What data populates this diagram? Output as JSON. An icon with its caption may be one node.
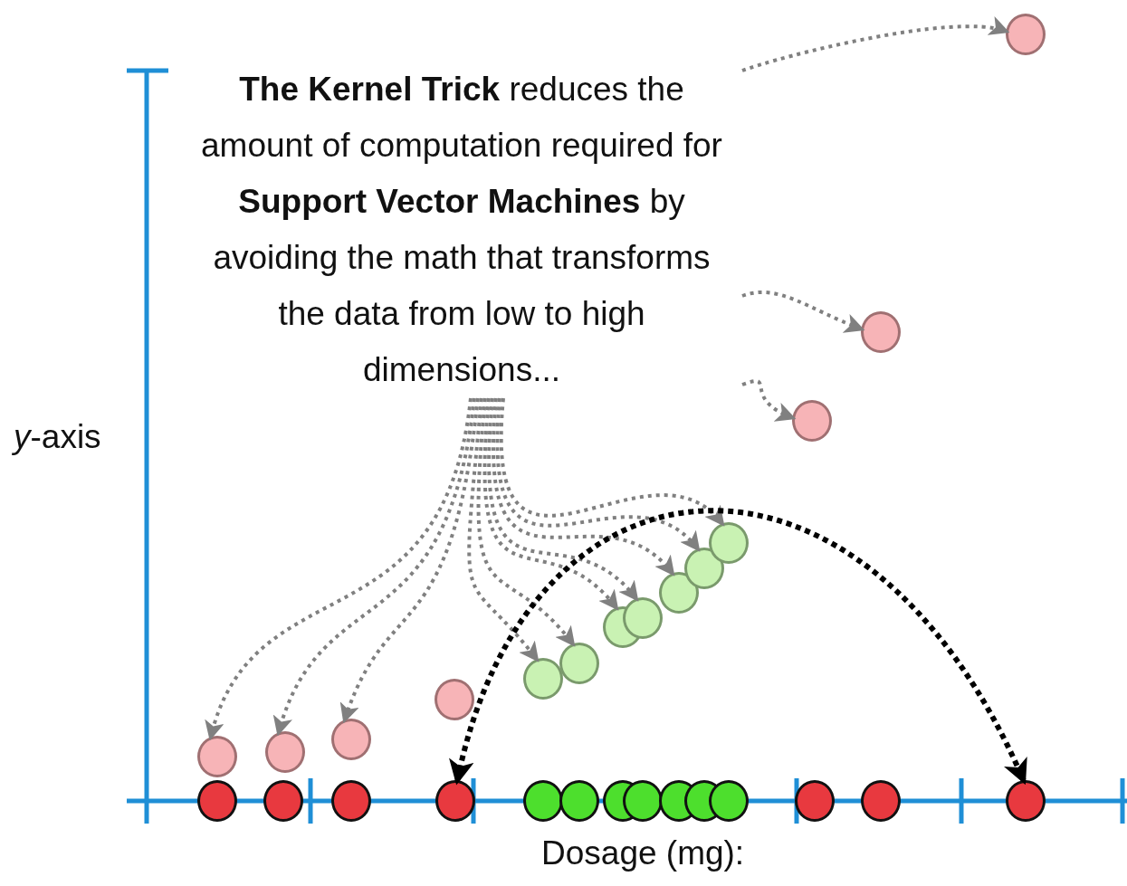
{
  "diagram": {
    "nodes": [
      {
        "text": [
          "**The Kernel Trick** reduces the amount of computation required for **Support Vector Machines** by avoiding the math that transforms the data from low to high dimensions..."
        ]
      },
      {
        "text": [],
        "shape": "circle"
      },
      {
        "text": [],
        "shape": "circle"
      },
      {
        "text": [],
        "shape": "circle"
      },
      {
        "text": [],
        "shape": "circle"
      },
      {
        "text": [],
        "shape": "circle"
      },
      {
        "text": [],
        "shape": "circle"
      },
      {
        "text": [],
        "shape": "circle"
      },
      {
        "text": [],
        "shape": "circle"
      },
      {
        "text": [],
        "shape": "circle"
      },
      {
        "text": [],
        "shape": "circle"
      },
      {
        "text": [],
        "shape": "circle"
      },
      {
        "text": [],
        "shape": "circle"
      },
      {
        "text": [],
        "shape": "circle"
      },
      {
        "text": [],
        "shape": "circle"
      },
      {
        "text": [],
        "shape": "circle"
      },
      {
        "text": [],
        "shape": "circle"
      },
      {
        "text": [],
        "shape": "circle"
      },
      {
        "text": [],
        "shape": "circle"
      },
      {
        "text": [],
        "shape": "circle"
      },
      {
        "text": [],
        "shape": "circle"
      },
      {
        "text": [],
        "shape": "circle"
      },
      {
        "text": [],
        "shape": "circle"
      },
      {
        "text": [],
        "shape": "circle"
      },
      {
        "text": [],
        "shape": "circle"
      },
      {
        "text": [],
        "shape": "circle"
      },
      {
        "text": [],
        "shape": "circle"
      },
      {
        "text": [],
        "shape": "circle"
      },
      {
        "text": [],
        "shape": "circle"
      }
    ],
    "edges": [
      {
        "from": 0,
        "to": 1,
        "arrow": "to",
        "style": "dashed"
      },
      {
        "from": 0,
        "to": 2,
        "arrow": "to",
        "style": "dashed"
      },
      {
        "from": 0,
        "to": 3,
        "arrow": "to",
        "style": "dashed"
      },
      {
        "from": 0,
        "to": 8,
        "arrow": "to",
        "style": "dashed"
      },
      {
        "from": 0,
        "to": 9,
        "arrow": "to",
        "style": "dashed"
      },
      {
        "from": 0,
        "to": 10,
        "arrow": "to",
        "style": "dashed"
      },
      {
        "from": 0,
        "to": 11,
        "arrow": "to",
        "style": "dashed"
      },
      {
        "from": 0,
        "to": 12,
        "arrow": "to",
        "style": "dashed"
      },
      {
        "from": 0,
        "to": 13,
        "arrow": "to",
        "style": "dashed"
      },
      {
        "from": 0,
        "to": 14,
        "arrow": "to",
        "style": "dashed"
      },
      {
        "from": 0,
        "to": 5,
        "arrow": "to",
        "style": "dashed"
      },
      {
        "from": 0,
        "to": 6,
        "arrow": "to",
        "style": "dashed"
      },
      {
        "from": 0,
        "to": 7,
        "arrow": "to",
        "style": "dashed"
      },
      {
        "from": 18,
        "to": 21,
        "arrow": "both",
        "style": "dashed",
        "color": "#000000"
      }
    ],
    "labels": [
      "*y*-axis",
      "Dosage (mg):"
    ]
  }
}
